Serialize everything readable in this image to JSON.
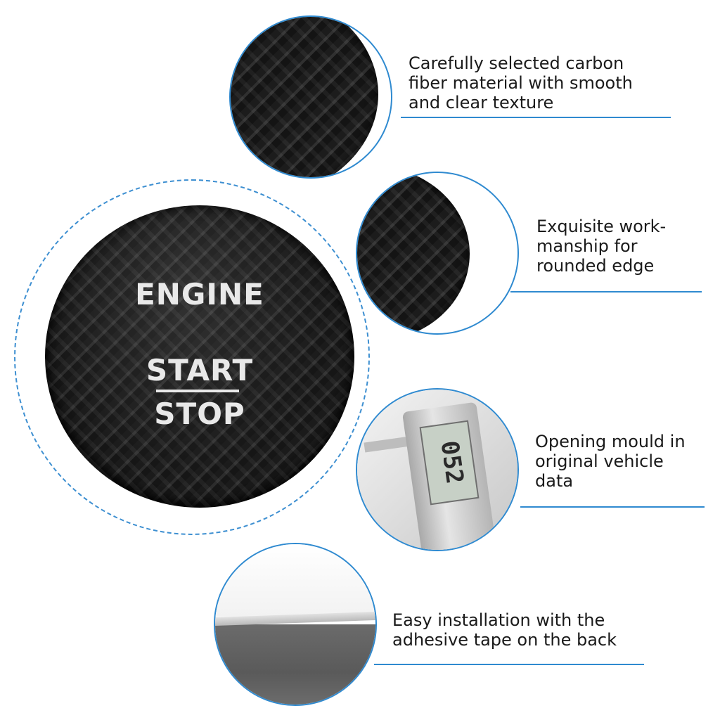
{
  "product": {
    "button_text": {
      "line1": "ENGINE",
      "line2": "START",
      "line3": "STOP"
    }
  },
  "features": [
    {
      "text": "Carefully selected carbon\nfiber material with smooth\nand clear texture"
    },
    {
      "text": "Exquisite work-\nmanship for\nrounded edge"
    },
    {
      "text": "Opening mould in\noriginal vehicle\ndata",
      "display_value": "052"
    },
    {
      "text": "Easy installation with the\nadhesive tape on the back"
    }
  ],
  "colors": {
    "accent": "#2f8ad0",
    "dash": "#3d8fd1",
    "text": "#1a1a1a"
  }
}
